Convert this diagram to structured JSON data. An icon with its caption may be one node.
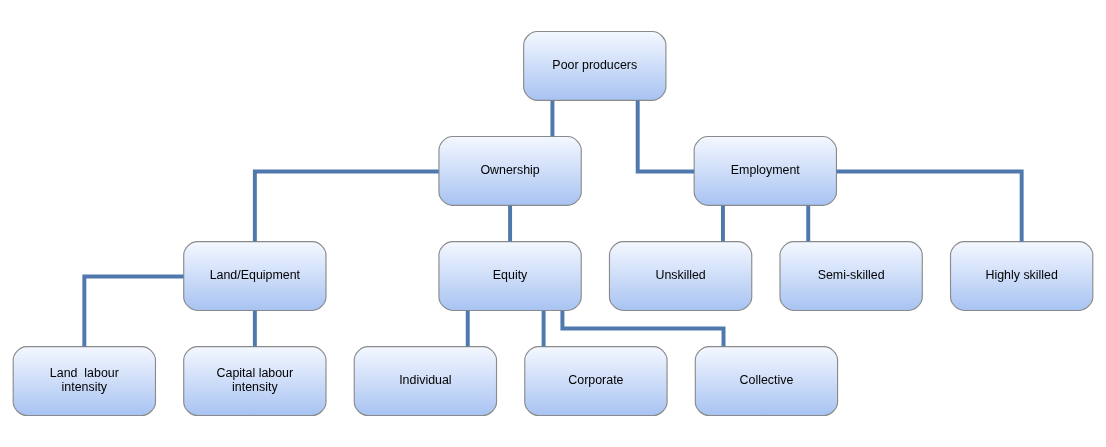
{
  "diagram": {
    "nodes": [
      {
        "text": [
          "Poor producers"
        ]
      },
      {
        "text": [
          "Ownership"
        ]
      },
      {
        "text": [
          "Employment"
        ]
      },
      {
        "text": [
          "Land/Equipment"
        ]
      },
      {
        "text": [
          "Equity"
        ]
      },
      {
        "text": [
          "Unskilled"
        ]
      },
      {
        "text": [
          "Semi-skilled"
        ]
      },
      {
        "text": [
          "Highly skilled"
        ]
      },
      {
        "text": [
          "Land  labour intensity"
        ]
      },
      {
        "text": [
          "Capital labour intensity"
        ]
      },
      {
        "text": [
          "Individual"
        ]
      },
      {
        "text": [
          "Corporate"
        ]
      },
      {
        "text": [
          "Collective"
        ]
      }
    ],
    "edges": [
      {
        "from": 0,
        "to": 1,
        "arrow": "none"
      },
      {
        "from": 0,
        "to": 2,
        "arrow": "none"
      },
      {
        "from": 1,
        "to": 3,
        "arrow": "none"
      },
      {
        "from": 1,
        "to": 4,
        "arrow": "none"
      },
      {
        "from": 2,
        "to": 5,
        "arrow": "none"
      },
      {
        "from": 2,
        "to": 6,
        "arrow": "none"
      },
      {
        "from": 2,
        "to": 7,
        "arrow": "none"
      },
      {
        "from": 3,
        "to": 8,
        "arrow": "none"
      },
      {
        "from": 3,
        "to": 9,
        "arrow": "none"
      },
      {
        "from": 4,
        "to": 10,
        "arrow": "none"
      },
      {
        "from": 4,
        "to": 11,
        "arrow": "none"
      },
      {
        "from": 4,
        "to": 12,
        "arrow": "none"
      }
    ]
  }
}
